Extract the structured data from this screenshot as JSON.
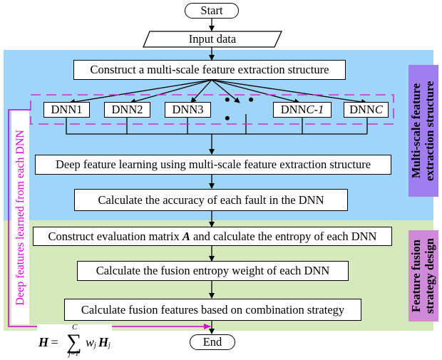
{
  "flowchart": {
    "start": "Start",
    "input": "Input data",
    "construct": "Construct a multi-scale feature extraction structure",
    "dnn_boxes": [
      {
        "prefix": "DNN ",
        "index": "1",
        "index_italic": false
      },
      {
        "prefix": "DNN ",
        "index": "2",
        "index_italic": false
      },
      {
        "prefix": "DNN ",
        "index": "3",
        "index_italic": false
      },
      {
        "prefix": "DNN",
        "index": "C-1",
        "index_italic": true
      },
      {
        "prefix": "DNN ",
        "index": "C",
        "index_italic": true
      }
    ],
    "ellipsis": "• • •",
    "deep_learning": "Deep feature learning using multi-scale feature extraction structure",
    "accuracy": "Calculate the accuracy of each fault in the DNN",
    "evaluation_pre": "Construct evaluation matrix ",
    "evaluation_symbol": "A",
    "evaluation_post": " and calculate the entropy of each DNN",
    "fusion_weight": "Calculate the fusion entropy weight of each DNN",
    "fusion_features": "Calculate fusion features based on combination strategy",
    "end": "End"
  },
  "side_labels": {
    "multi_scale_line1": "Multi-scale feature",
    "multi_scale_line2": "extraction structure",
    "fusion_line1": "Feature fusion",
    "fusion_line2": "strategy design"
  },
  "feedback_label": "Deep features learned from each DNN",
  "formula": {
    "lhs": "H",
    "eq": " = ",
    "sum": "∑",
    "upper": "C",
    "lower": "j=1",
    "w": "w",
    "w_sub": "j",
    "h": "H",
    "h_sub": "j"
  },
  "colors": {
    "blue_region": "#9fd5f8",
    "green_region": "#d5e9bd",
    "purple_label": "#a17ef0",
    "pink_label": "#cf8ad9",
    "magenta": "#d400d4"
  }
}
